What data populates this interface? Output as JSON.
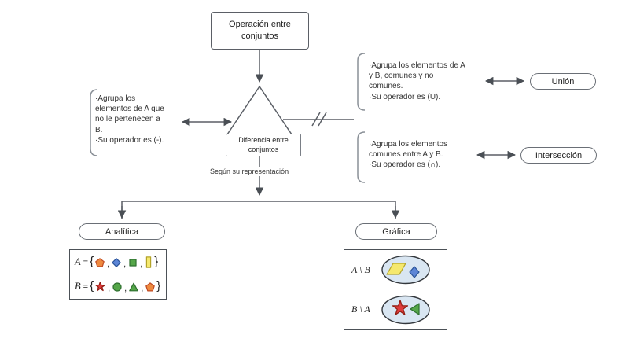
{
  "nodes": {
    "root": {
      "line1": "Operación entre",
      "line2": "conjuntos"
    },
    "difference": {
      "line1": "Diferencia entre",
      "line2": "conjuntos"
    }
  },
  "notes": {
    "difference": "·Agrupa los\nelementos de A que\nno le pertenecen a\nB.\n·Su operador es (-).",
    "union": "·Agrupa los elementos de A\ny B, comunes y no\ncomunes.\n·Su operador es (U).",
    "intersection": "·Agrupa los elementos\ncomunes entre A y B.\n·Su operador es (∩)."
  },
  "pills": {
    "union": "Unión",
    "intersection": "Intersección",
    "analytic": "Analítica",
    "graphic": "Gráfica"
  },
  "representation_label": "Según su representación",
  "analytic_box": {
    "row_a_label": "A",
    "row_b_label": "B",
    "eq": "=",
    "open_brace": "{",
    "close_brace": "}",
    "comma": ",",
    "row_a_shapes": [
      "pentagon-orange",
      "diamond-blue",
      "square-green",
      "rectangle-yellow"
    ],
    "row_b_shapes": [
      "star-red",
      "circle-green",
      "triangle-green",
      "pentagon-orange"
    ]
  },
  "graphic_box": {
    "a_minus_b": "A \\ B",
    "b_minus_a": "B \\ A",
    "a_minus_b_shapes": [
      "parallelogram-yellow",
      "diamond-blue"
    ],
    "b_minus_a_shapes": [
      "star-red",
      "triangle-green"
    ]
  },
  "colors": {
    "connector": "#5b5f66",
    "bracket": "#8a9097",
    "orange": "#EE8A3F",
    "blue": "#5C85D6",
    "green": "#55A649",
    "yellow": "#F5E86E",
    "red": "#DE3B3B",
    "ellipse_fill": "#D9E6F2"
  }
}
